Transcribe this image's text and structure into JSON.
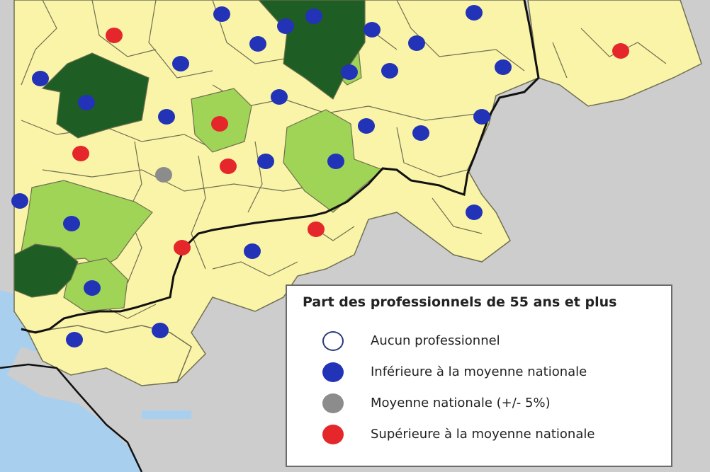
{
  "colors": {
    "sea": "#a9cfee",
    "land_foreign": "#cdcdcd",
    "dept_fill": "#faf4a8",
    "dept_stroke": "#6f6f52",
    "green_light": "#9fd457",
    "green_dark": "#1e5e24",
    "border": "#111111",
    "dot_blue": "#2233b8",
    "dot_grey": "#8c8c8c",
    "dot_red": "#e5262a"
  },
  "legend": {
    "title": "Part des professionnels de 55 ans et plus",
    "items": [
      {
        "label": "Aucun professionnel",
        "symbol": "empty-circle-icon"
      },
      {
        "label": "Inférieure à la moyenne nationale",
        "symbol": "blue-dot-icon"
      },
      {
        "label": "Moyenne nationale (+/- 5%)",
        "symbol": "grey-dot-icon"
      },
      {
        "label": "Supérieure à la moyenne nationale",
        "symbol": "red-dot-icon"
      }
    ]
  }
}
